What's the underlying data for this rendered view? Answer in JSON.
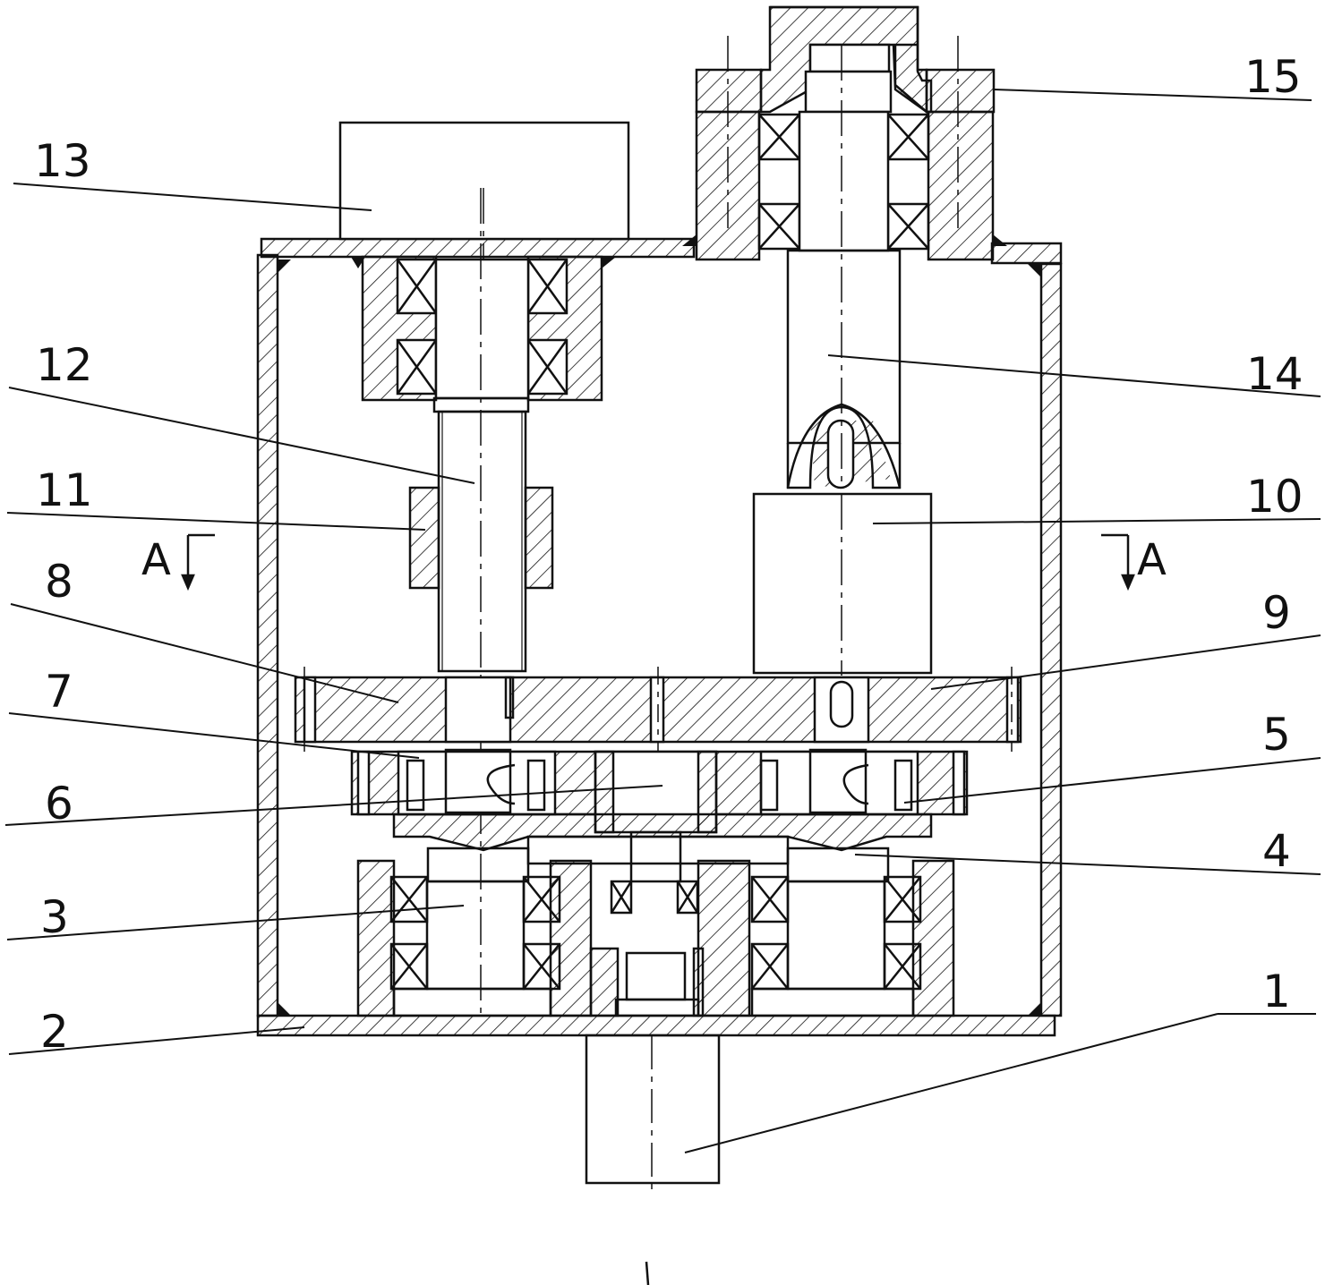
{
  "callouts": {
    "c1": "1",
    "c2": "2",
    "c3": "3",
    "c4": "4",
    "c5": "5",
    "c6": "6",
    "c7": "7",
    "c8": "8",
    "c9": "9",
    "c10": "10",
    "c11": "11",
    "c12": "12",
    "c13": "13",
    "c14": "14",
    "c15": "15"
  },
  "section_marks": {
    "left": "A",
    "right": "A"
  },
  "colors": {
    "ink": "#111111",
    "background": "#ffffff"
  }
}
